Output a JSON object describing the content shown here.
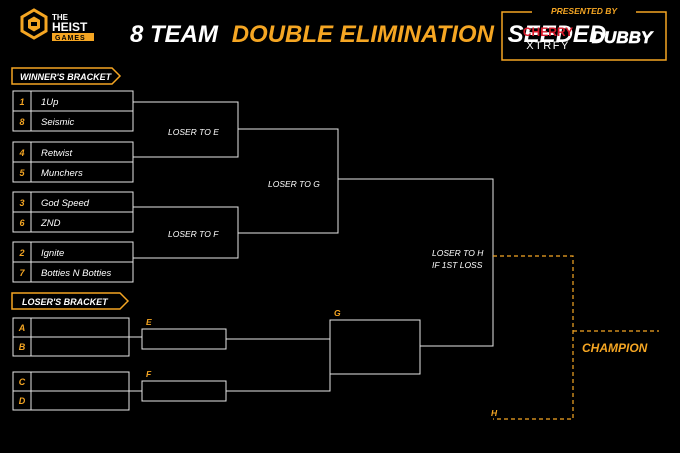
{
  "header": {
    "brand_top": "THE",
    "brand_mid": "HEIST",
    "brand_bottom": "GAMES",
    "title_prefix": "8 TEAM",
    "title_highlight": "DOUBLE ELIMINATION",
    "title_suffix": "SEEDED",
    "presented_by": "PRESENTED BY",
    "sponsor1_top": "CHERRY",
    "sponsor1_bottom": "XTRFY",
    "sponsor2": "DUBBY"
  },
  "colors": {
    "accent": "#f5a623",
    "line": "#e6e6e6",
    "background": "#000000",
    "sponsor_red": "#d8192a"
  },
  "winners": {
    "label": "WINNER'S BRACKET",
    "teams": [
      {
        "seed": "1",
        "name": "1Up"
      },
      {
        "seed": "8",
        "name": "Seismic"
      },
      {
        "seed": "4",
        "name": "Retwist"
      },
      {
        "seed": "5",
        "name": "Munchers"
      },
      {
        "seed": "3",
        "name": "God Speed"
      },
      {
        "seed": "6",
        "name": "ZND"
      },
      {
        "seed": "2",
        "name": "Ignite"
      },
      {
        "seed": "7",
        "name": "Botties N Botties"
      }
    ],
    "notes": {
      "loser_e": "LOSER TO E",
      "loser_f": "LOSER TO F",
      "loser_g": "LOSER TO G",
      "loser_h_line1": "LOSER TO H",
      "loser_h_line2": "IF 1ST LOSS"
    }
  },
  "losers": {
    "label": "LOSER'S BRACKET",
    "slots": [
      "A",
      "B",
      "C",
      "D"
    ],
    "match_e": "E",
    "match_f": "F",
    "match_g": "G",
    "match_h": "H"
  },
  "champion": "CHAMPION"
}
